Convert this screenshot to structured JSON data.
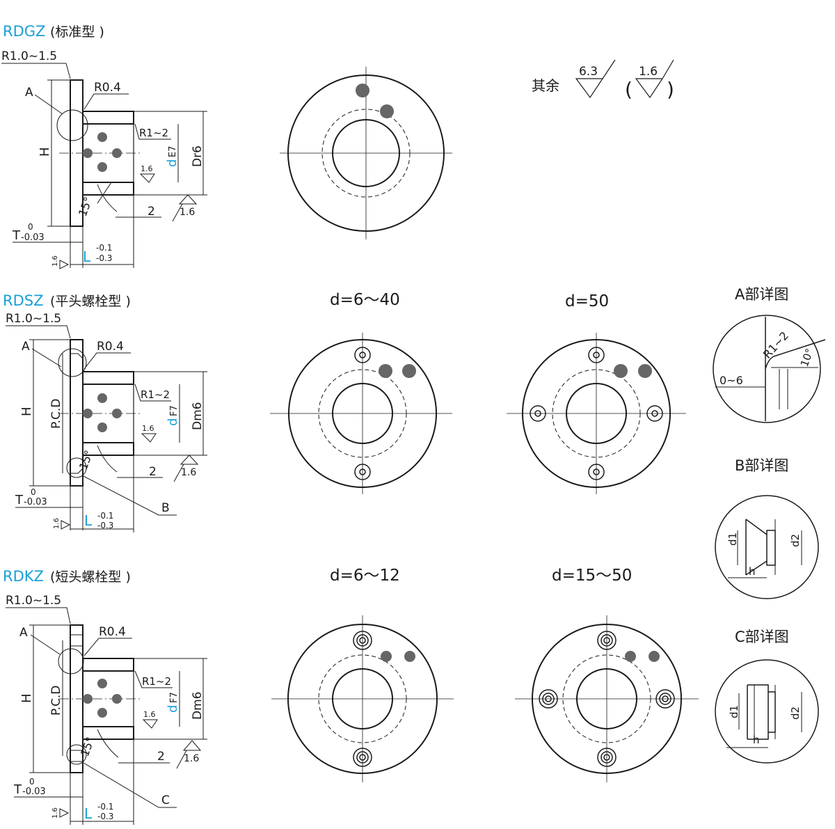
{
  "sections": [
    {
      "code": "RDGZ",
      "name": "(标准型 )"
    },
    {
      "code": "RDSZ",
      "name": "(平头螺栓型 )"
    },
    {
      "code": "RDKZ",
      "name": "(短头螺栓型 )"
    }
  ],
  "dims": {
    "r_corner": "R1.0~1.5",
    "r_small": "R0.4",
    "r_fillet": "R1~2",
    "h": "H",
    "pcd": "P.C.D",
    "t": "T",
    "t_upper": "0",
    "t_lower": "-0.03",
    "l": "L",
    "l_upper": "-0.1",
    "l_lower": "-0.3",
    "bore_d_e7": "d",
    "bore_sub_e7": "E7",
    "bore_d_f7": "d",
    "bore_sub_f7": "F7",
    "outer_dr6": "Dr6",
    "outer_dm6": "Dm6",
    "angle": "15°",
    "chamfer_len": "2",
    "rough_16": "1.6",
    "label_a": "A",
    "label_b": "B",
    "label_c": "C"
  },
  "finish_note": {
    "prefix": "其余",
    "value": "6.3",
    "paren_value": "1.6"
  },
  "view_labels": {
    "rdsz_small": "d=6～40",
    "rdsz_large": "d=50",
    "rdkz_small": "d=6～12",
    "rdkz_large": "d=15～50"
  },
  "details": {
    "a_title": "A部详图",
    "a_radius": "R1~2",
    "a_angle": "10°",
    "a_range": "0~6",
    "b_title": "B部详图",
    "c_title": "C部详图",
    "d1": "d1",
    "d2": "d2",
    "h": "h"
  }
}
